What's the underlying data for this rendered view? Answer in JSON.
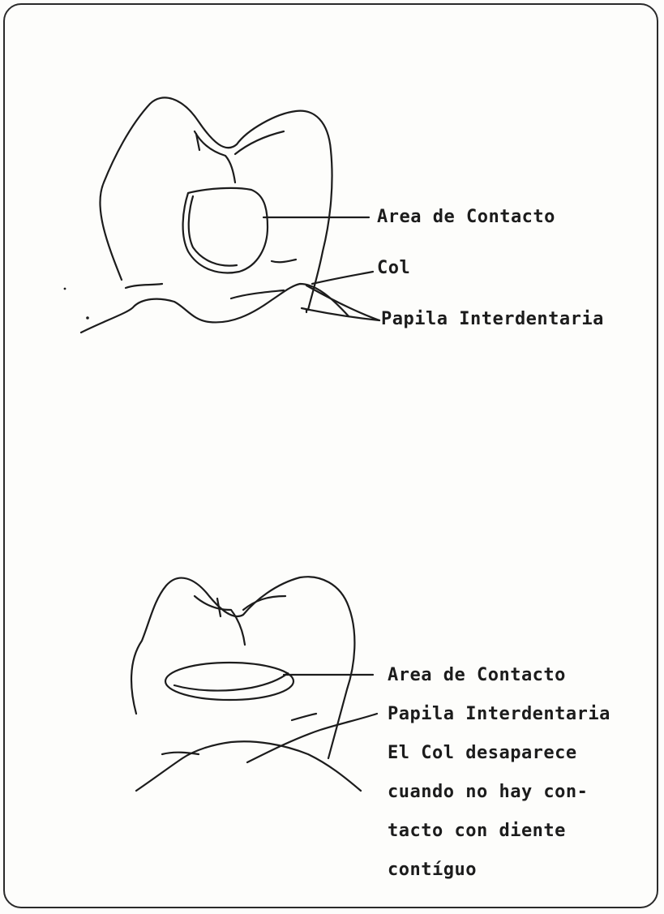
{
  "diagram_top": {
    "label_contact": "Area de Contacto",
    "label_col": "Col",
    "label_papilla": "Papila Interdentaria"
  },
  "diagram_bottom": {
    "label_contact": "Area de Contacto",
    "label_papilla": "Papila Interdentaria",
    "note_lines": [
      "El Col desaparece",
      "cuando no hay con-",
      "tacto con diente",
      "contíguo"
    ]
  },
  "colors": {
    "ink": "#1c1c1c",
    "paper": "#fdfdfb"
  }
}
